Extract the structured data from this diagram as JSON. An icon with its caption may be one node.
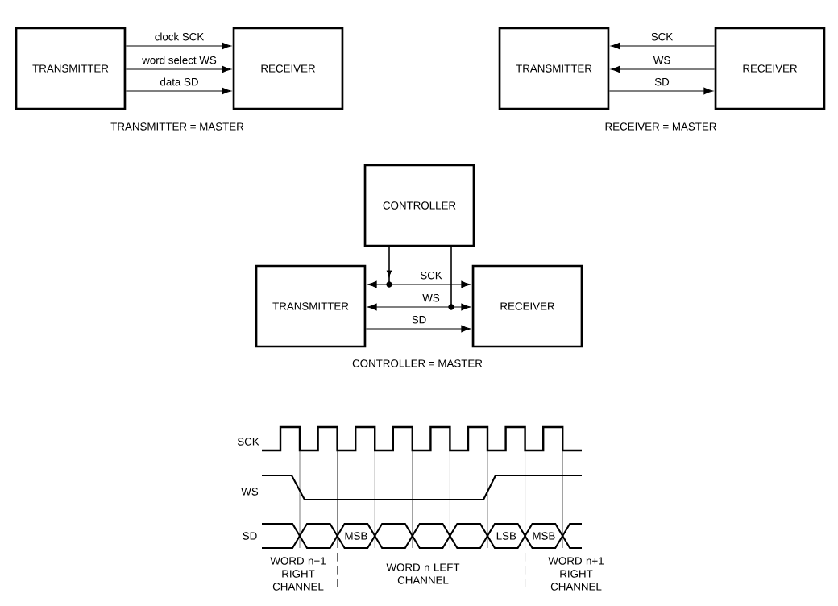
{
  "diagram": {
    "nodes": [
      {
        "text": [
          "TRANSMITTER"
        ]
      },
      {
        "text": [
          "RECEIVER"
        ]
      },
      {
        "text": [
          "TRANSMITTER"
        ]
      },
      {
        "text": [
          "RECEIVER"
        ]
      },
      {
        "text": [
          "CONTROLLER"
        ]
      },
      {
        "text": [
          "TRANSMITTER"
        ]
      },
      {
        "text": [
          "RECEIVER"
        ]
      }
    ],
    "edges": [
      {
        "from": 0,
        "to": 1,
        "arrow": "to",
        "label": "clock SCK"
      },
      {
        "from": 0,
        "to": 1,
        "arrow": "to",
        "label": "word select WS"
      },
      {
        "from": 0,
        "to": 1,
        "arrow": "to",
        "label": "data SD"
      },
      {
        "from": 3,
        "to": 2,
        "arrow": "to",
        "label": "SCK"
      },
      {
        "from": 3,
        "to": 2,
        "arrow": "to",
        "label": "WS"
      },
      {
        "from": 2,
        "to": 3,
        "arrow": "to",
        "label": "SD"
      },
      {
        "from": 4,
        "to": 5,
        "arrow": "to"
      },
      {
        "from": 4,
        "to": 6,
        "arrow": "to",
        "label": "SCK"
      },
      {
        "from": 4,
        "to": 5,
        "arrow": "to",
        "label": "WS"
      },
      {
        "from": 4,
        "to": 6,
        "arrow": "to"
      },
      {
        "from": 5,
        "to": 6,
        "arrow": "to",
        "label": "SD"
      }
    ],
    "labels": [
      "TRANSMITTER = MASTER",
      "RECEIVER = MASTER",
      "CONTROLLER = MASTER",
      "SCK",
      "WS",
      "SD",
      "MSB",
      "LSB",
      "MSB",
      "WORD n−1 RIGHT CHANNEL",
      "WORD n LEFT CHANNEL",
      "WORD n+1 RIGHT CHANNEL"
    ]
  }
}
